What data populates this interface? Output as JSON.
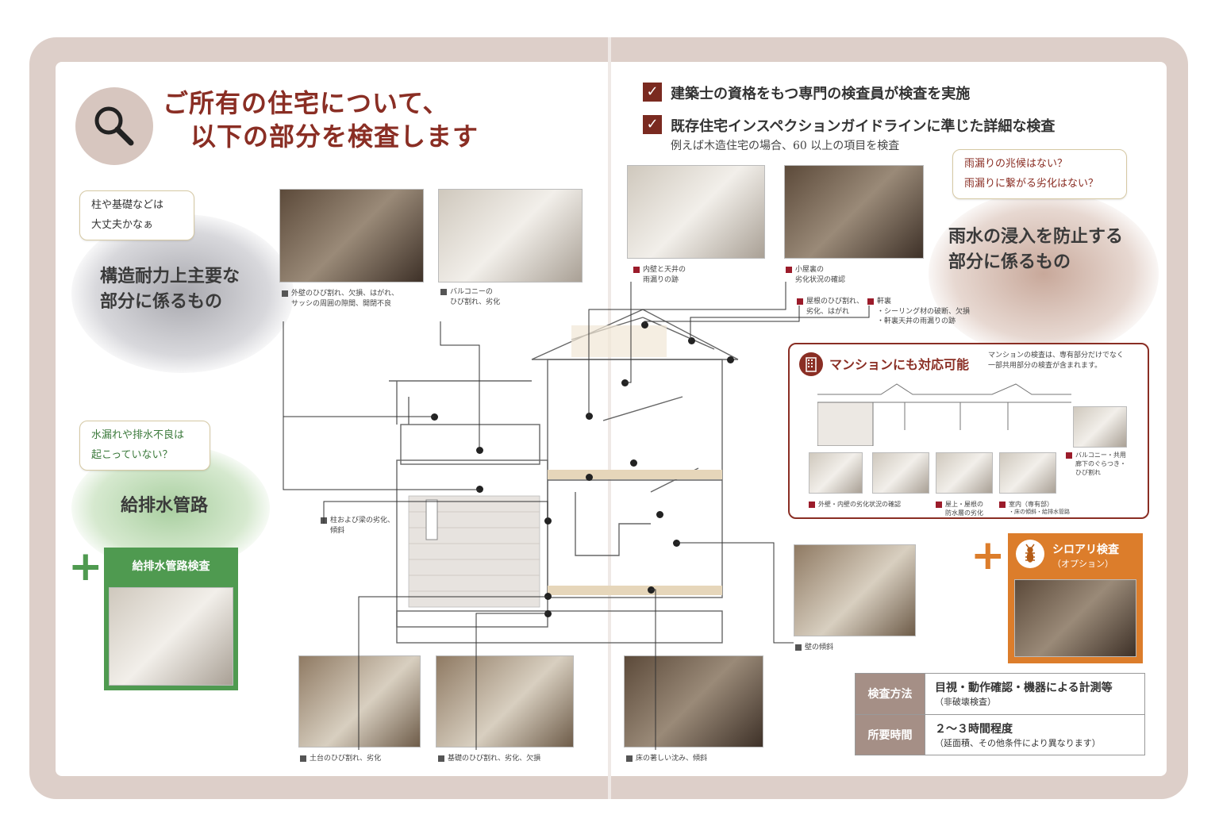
{
  "header": {
    "title_line1": "ご所有の住宅について、",
    "title_line2": "以下の部分を検査します",
    "icon": "magnifier-icon"
  },
  "checks": {
    "items": [
      "建築士の資格をもつ専門の検査員が検査を実施",
      "既存住宅インスペクションガイドラインに準じた詳細な検査"
    ],
    "note": "例えば木造住宅の場合、60 以上の項目を検査"
  },
  "categories": {
    "structural": {
      "bubble_line1": "柱や基礎などは",
      "bubble_line2": "大丈夫かなぁ",
      "title_line1": "構造耐力上主要な",
      "title_line2": "部分に係るもの"
    },
    "rain": {
      "bubble_line1": "雨漏りの兆候はない？",
      "bubble_line2": "雨漏りに繋がる劣化はない？",
      "title_line1": "雨水の浸入を防止する",
      "title_line2": "部分に係るもの"
    },
    "plumbing": {
      "bubble_line1": "水漏れや排水不良は",
      "bubble_line2": "起こっていない？",
      "title": "給排水管路"
    }
  },
  "plumbing_inspection": {
    "title": "給排水管路検査"
  },
  "captions": {
    "outer_wall_1": "外壁のひび割れ、欠損、はがれ、",
    "outer_wall_2": "サッシの周囲の隙間、開閉不良",
    "balcony_1": "バルコニーの",
    "balcony_2": "ひび割れ、劣化",
    "inner_wall_1": "内壁と天井の",
    "inner_wall_2": "雨漏りの跡",
    "attic_1": "小屋裏の",
    "attic_2": "劣化状況の確認",
    "roof_1": "屋根のひび割れ、",
    "roof_2": "劣化、はがれ",
    "eaves_1": "軒裏",
    "eaves_2": "・シーリング材の破断、欠損",
    "eaves_3": "・軒裏天井の雨漏りの跡",
    "pillar_1": "柱および梁の劣化、",
    "pillar_2": "傾斜",
    "wall_tilt": "壁の傾斜",
    "sill": "土台のひび割れ、劣化",
    "foundation": "基礎のひび割れ、劣化、欠損",
    "floor": "床の著しい沈み、傾斜"
  },
  "mansion": {
    "title": "マンションにも対応可能",
    "desc_1": "マンションの検査は、専有部分だけでなく",
    "desc_2": "一部共用部分の検査が含まれます。",
    "icon": "building-icon",
    "cap_balcony_1": "バルコニー・共用",
    "cap_balcony_2": "廊下のぐらつき・",
    "cap_balcony_3": "ひび割れ",
    "cap_outer": "外壁・内壁の劣化状況の確認",
    "cap_roof_1": "屋上・屋根の",
    "cap_roof_2": "防水層の劣化",
    "cap_room_1": "室内（専有部）",
    "cap_room_2": "・床の傾斜・給排水管路"
  },
  "termite": {
    "title": "シロアリ検査",
    "sub": "（オプション）",
    "icon": "termite-icon"
  },
  "info_table": [
    {
      "label": "検査方法",
      "main": "目視・動作確認・機器による計測等",
      "sub": "（非破壊検査）"
    },
    {
      "label": "所要時間",
      "main": "２～３時間程度",
      "sub": "（延面積、その他条件により異なります）"
    }
  ],
  "colors": {
    "accent": "#8a2e24",
    "frame": "#ddcfc9",
    "green": "#4f9a50",
    "orange": "#dc7d2b",
    "table_label": "#a58f86"
  }
}
